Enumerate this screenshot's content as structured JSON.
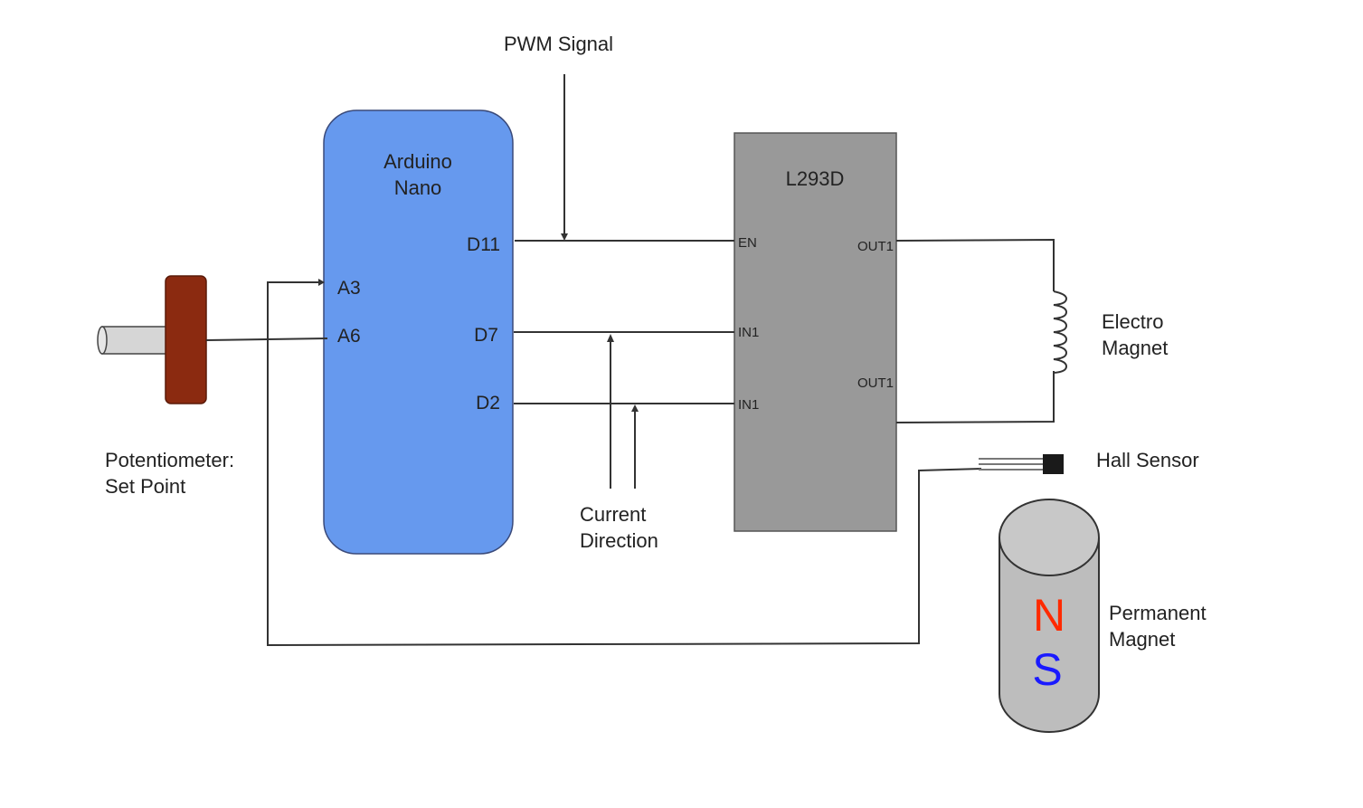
{
  "annotations": {
    "pwm_signal": "PWM Signal",
    "current_direction": [
      "Current",
      "Direction"
    ]
  },
  "arduino": {
    "title": [
      "Arduino",
      "Nano"
    ],
    "pins": {
      "d11": "D11",
      "a3": "A3",
      "a6": "A6",
      "d7": "D7",
      "d2": "D2"
    },
    "color": "#6699ee"
  },
  "driver": {
    "title": "L293D",
    "pins": {
      "en": "EN",
      "in1_top": "IN1",
      "in1_bottom": "IN1",
      "out1_top": "OUT1",
      "out1_bottom": "OUT1"
    },
    "color": "#999999"
  },
  "potentiometer": {
    "label": [
      "Potentiometer:",
      "Set Point"
    ],
    "knob_color": "#8b2a10"
  },
  "electromagnet": {
    "label": [
      "Electro",
      "Magnet"
    ]
  },
  "hall_sensor": {
    "label": "Hall Sensor"
  },
  "permanent_magnet": {
    "label": [
      "Permanent",
      "Magnet"
    ],
    "north": "N",
    "south": "S",
    "north_color": "#ff2a00",
    "south_color": "#1a1aff"
  }
}
